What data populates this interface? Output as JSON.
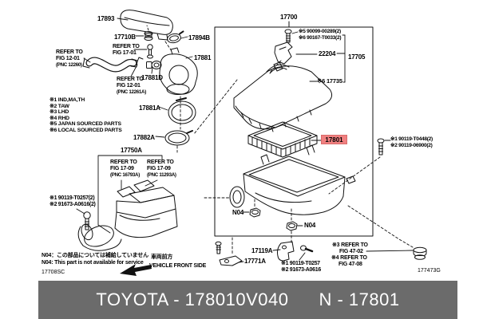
{
  "diagram": {
    "parts": {
      "p17893": "17893",
      "p17710b": "17710B",
      "p17894b": "17894B",
      "p17881": "17881",
      "p17881d": "17881D",
      "p17881a": "17881A",
      "p17882a": "17882A",
      "p17750a": "17750A",
      "p17700": "17700",
      "p22204": "22204",
      "p17705": "17705",
      "p17735": "※6 17735",
      "p17119a": "17119A",
      "p17771a": "17771A",
      "n04": "N04"
    },
    "refs": {
      "fig1701": [
        "REFER TO",
        "FIG 17-01"
      ],
      "fig1201a": [
        "REFER TO",
        "FIG 12-01",
        "(PNC 12260)"
      ],
      "fig1201b": [
        "REFER TO",
        "FIG 12-01",
        "(PNC 12261A)"
      ],
      "fig1709a": [
        "REFER TO",
        "FIG 17-09",
        "(PNC 16793A)"
      ],
      "fig1709b": [
        "REFER TO",
        "FIG 17-09",
        "(PNC 11293A)"
      ],
      "fig4702": [
        "※3 REFER TO",
        "FIG 47-02"
      ],
      "fig4708": [
        "※4 REFER TO",
        "FIG 47-08"
      ]
    },
    "fasteners": {
      "top": [
        "※5 90099-00289(2)",
        "※6 90167-T0033(2)"
      ],
      "right": [
        "※1 90119-T0448(2)",
        "※2 90119-06900(2)"
      ],
      "left": [
        "※1 90119-T0257(2)",
        "※2 91673-A0616(2)"
      ],
      "bottom": [
        "※1 90119-T0257",
        "※2 91673-A0616"
      ]
    },
    "legend": [
      "※1 IND,MA,TH",
      "※2 TAW",
      "※3 LHD",
      "※4 RHD",
      "※5 JAPAN SOURCED PARTS",
      "※6 LOCAL SOURCED PARTS"
    ],
    "notes": {
      "jp": "N04：この部品については補給していません",
      "en": "N04: This part is not available for service",
      "front_jp": "車両前方",
      "front_en": "VEHICLE FRONT SIDE"
    },
    "fig_codes": {
      "left": "17708SC",
      "right": "177473G"
    },
    "highlight": {
      "part": "17801",
      "color": "#f08080"
    }
  },
  "footer": {
    "left": "TOYOTA - 178010V040",
    "right": "N - 17801",
    "bg": "#6b6b6b"
  }
}
